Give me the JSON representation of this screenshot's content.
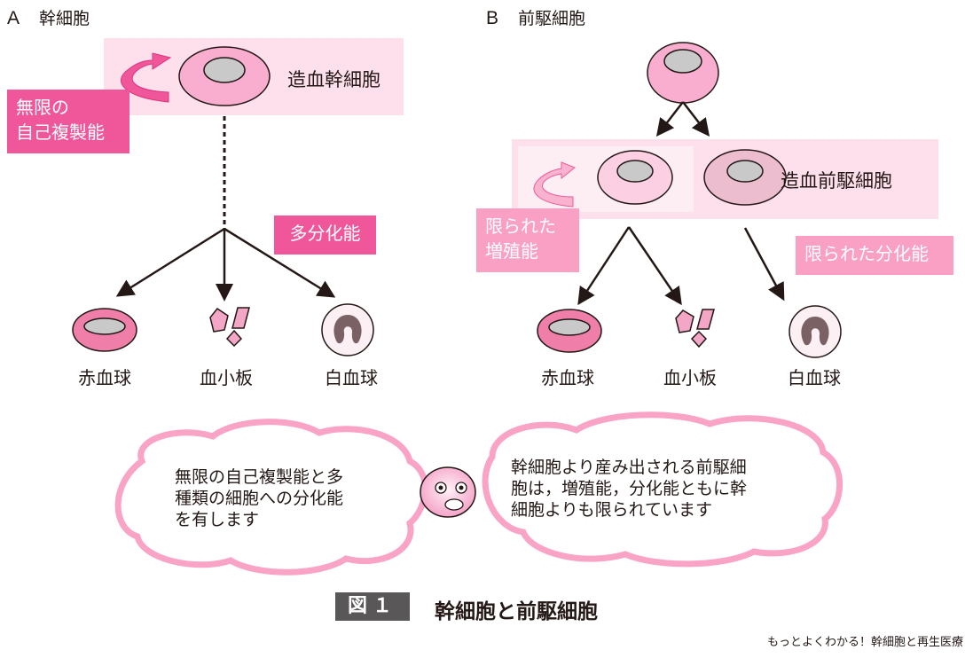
{
  "panel_a": {
    "letter": "A",
    "title": "幹細胞",
    "stem_cell_label": "造血幹細胞",
    "self_renewal_tag": [
      "無限の",
      "自己複製能"
    ],
    "multipotency_tag": "多分化能",
    "products": [
      "赤血球",
      "血小板",
      "白血球"
    ]
  },
  "panel_b": {
    "letter": "B",
    "title": "前駆細胞",
    "progenitor_label": "造血前駆細胞",
    "proliferation_tag": [
      "限られた",
      "増殖能"
    ],
    "differentiation_tag": "限られた分化能",
    "products": [
      "赤血球",
      "血小板",
      "白血球"
    ]
  },
  "bubbles": {
    "left": [
      "無限の自己複製能と多",
      "種類の細胞への分化能",
      "を有します"
    ],
    "right": [
      "幹細胞より産み出される前駆細",
      "胞は，増殖能，分化能ともに幹",
      "細胞よりも限られています"
    ]
  },
  "caption": {
    "figure_number": "図１",
    "title": "幹細胞と前駆細胞"
  },
  "credit": "もっとよくわかる！幹細胞と再生医療",
  "colors": {
    "pale_pink_band": "#fde0ec",
    "hot_pink_tag": "#f0569a",
    "light_pink_tag": "#f9a0c4",
    "cell_pink": "#f9aed0",
    "nucleus_gray": "#c9c9c9",
    "rbc_pink": "#ef7fa8",
    "arrow_dark": "#231815",
    "bubble_outline": "#f9a3c6",
    "caption_box": "#595757"
  }
}
